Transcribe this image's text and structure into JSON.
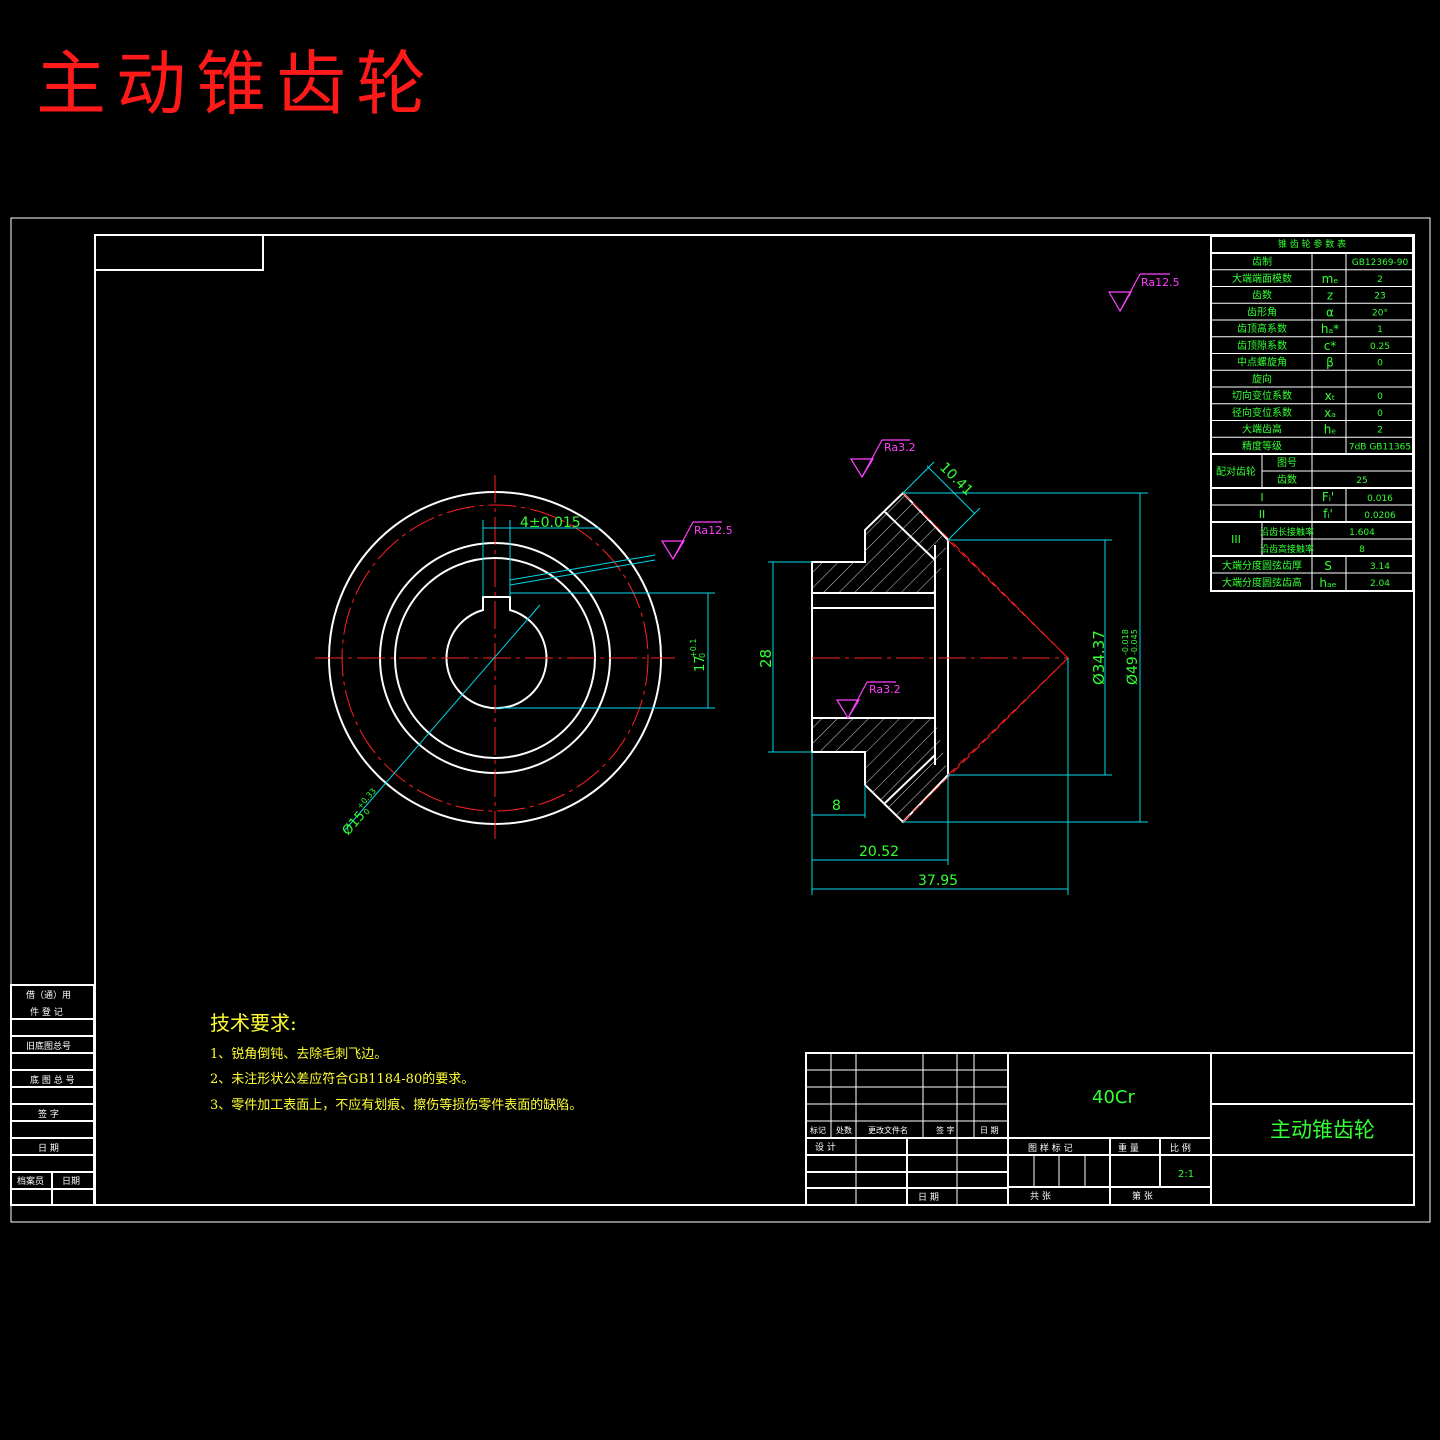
{
  "title": "主动锥齿轮",
  "dimensions": {
    "key_width": "4±0.015",
    "bore_main": "17",
    "bore_tol_upper": "+0.1",
    "bore_tol_lower": "0",
    "bore_small": "Ø15",
    "bore_small_tol_upper": "+0.33",
    "bore_small_tol_lower": "0",
    "tooth_width": "10.41",
    "hub_dia": "28",
    "dia_inner": "Ø34.37",
    "dia_outer": "Ø49",
    "dia_outer_tol_upper": "-0.018",
    "dia_outer_tol_lower": "-0.045",
    "hub_len": "8",
    "len_1": "20.52",
    "len_2": "37.95"
  },
  "roughness": {
    "r1": "Ra12.5",
    "r2": "Ra12.5",
    "r3": "Ra3.2",
    "r4": "Ra3.2"
  },
  "params": {
    "header": "锥 齿 轮 参 数 表",
    "rows": [
      {
        "name": "齿制",
        "sym": "",
        "val": "GB12369-90"
      },
      {
        "name": "大端端面模数",
        "sym": "mₑ",
        "val": "2"
      },
      {
        "name": "齿数",
        "sym": "z",
        "val": "23"
      },
      {
        "name": "齿形角",
        "sym": "α",
        "val": "20°"
      },
      {
        "name": "齿顶高系数",
        "sym": "hₐ*",
        "val": "1"
      },
      {
        "name": "齿顶隙系数",
        "sym": "c*",
        "val": "0.25"
      },
      {
        "name": "中点螺旋角",
        "sym": "β",
        "val": "0"
      },
      {
        "name": "旋向",
        "sym": "",
        "val": ""
      },
      {
        "name": "切向变位系数",
        "sym": "xₜ",
        "val": "0"
      },
      {
        "name": "径向变位系数",
        "sym": "xₐ",
        "val": "0"
      },
      {
        "name": "大端齿高",
        "sym": "hₑ",
        "val": "2"
      },
      {
        "name": "精度等级",
        "sym": "",
        "val": "7dB GB11365"
      }
    ],
    "mate_label": "配对齿轮",
    "mate_rows": [
      {
        "name": "图号",
        "val": ""
      },
      {
        "name": "齿数",
        "val": "25"
      }
    ],
    "tol_rows": [
      {
        "name": "I",
        "sym": "Fᵢ'",
        "val": "0.016"
      },
      {
        "name": "II",
        "sym": "fᵢ'",
        "val": "0.0206"
      }
    ],
    "contact_label": "III",
    "contact_rows": [
      {
        "name": "沿齿长接触率",
        "val": "1.604"
      },
      {
        "name": "沿齿高接触率",
        "val": "8"
      }
    ],
    "end_rows": [
      {
        "name": "大端分度圆弦齿厚",
        "sym": "S",
        "val": "3.14"
      },
      {
        "name": "大端分度圆弦齿高",
        "sym": "hₐₑ",
        "val": "2.04"
      }
    ]
  },
  "tech": {
    "title": "技术要求:",
    "items": [
      "1、锐角倒钝、去除毛刺飞边。",
      "2、未注形状公差应符合GB1184-80的要求。",
      "3、零件加工表面上，不应有划痕、擦伤等损伤零件表面的缺陷。"
    ]
  },
  "title_block": {
    "material": "40Cr",
    "part_name": "主动锥齿轮",
    "scale": "2:1",
    "rev_headers": [
      "标记",
      "处数",
      "更改文件名",
      "签 字",
      "日 期"
    ],
    "design": "设 计",
    "date": "日 期",
    "stage": "图 样 标 记",
    "weight": "重 量",
    "scale_label": "比 例",
    "sheets": "共  张",
    "sheet_no": "第  张"
  },
  "side_block": [
    "借（通）用",
    "件 登 记",
    "旧底图总号",
    "底 图 总 号",
    "签 字",
    "日 期",
    "档案员",
    "日期"
  ]
}
